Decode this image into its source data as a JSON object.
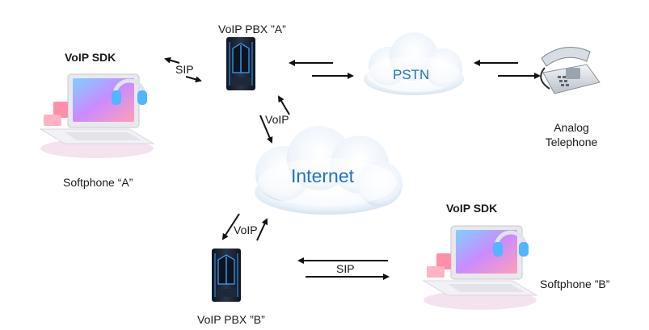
{
  "nodes": {
    "softphone_a": {
      "title": "VoIP SDK",
      "caption": "Softphone “A”"
    },
    "softphone_b": {
      "title": "VoIP SDK",
      "caption": "Softphone ”B”"
    },
    "pbx_a": {
      "caption": "VoIP PBX ”A”"
    },
    "pbx_b": {
      "caption": "VoIP PBX ”B”"
    },
    "pstn": {
      "label": "PSTN"
    },
    "internet": {
      "label": "Internet"
    },
    "analog_phone": {
      "caption_line1": "Analog",
      "caption_line2": "Telephone"
    }
  },
  "links": {
    "sip_a": "SIP",
    "voip_a": "VoIP",
    "voip_b": "VoIP",
    "sip_b": "SIP"
  },
  "colors": {
    "cloud_text": "#1f73c4",
    "server_dark": "#1c2433",
    "server_led": "#3aa0ff",
    "arrow": "#111111"
  },
  "icons": [
    "laptop-icon",
    "headphones-icon",
    "server-icon",
    "cloud-icon",
    "telephone-icon"
  ]
}
